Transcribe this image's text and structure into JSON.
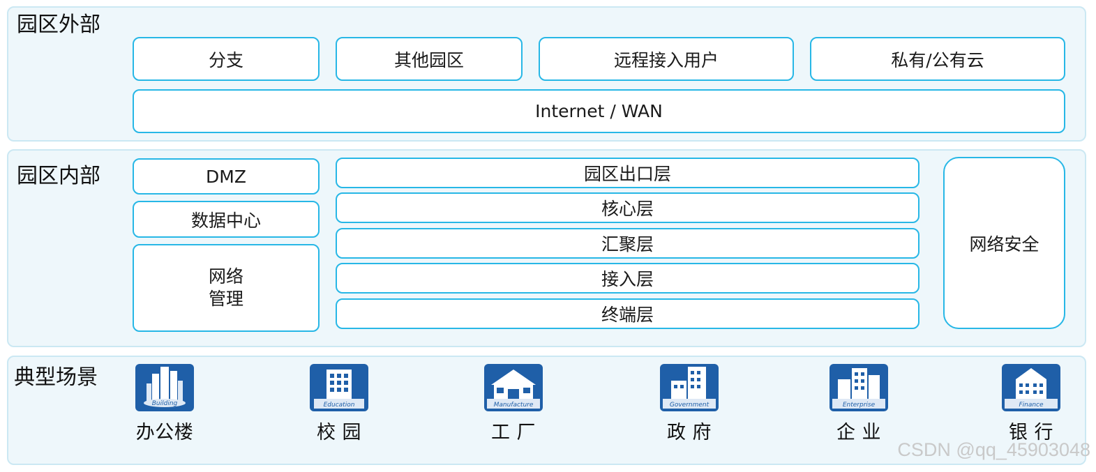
{
  "outside": {
    "title": "园区外部",
    "branch": "分支",
    "other_campus": "其他园区",
    "remote_users": "远程接入用户",
    "cloud": "私有/公有云",
    "wan": "Internet / WAN"
  },
  "inside": {
    "title": "园区内部",
    "dmz": "DMZ",
    "datacenter": "数据中心",
    "netmgmt": "网络\n管理",
    "layers": [
      "园区出口层",
      "核心层",
      "汇聚层",
      "接入层",
      "终端层"
    ],
    "security": "网络安全"
  },
  "scenes": {
    "title": "典型场景",
    "items": [
      {
        "label": "办公楼",
        "icon": "office-building-icon",
        "caption": "Building"
      },
      {
        "label": "校  园",
        "icon": "education-campus-icon",
        "caption": "Education"
      },
      {
        "label": "工  厂",
        "icon": "factory-icon",
        "caption": "Manufacture"
      },
      {
        "label": "政  府",
        "icon": "government-icon",
        "caption": "Government"
      },
      {
        "label": "企  业",
        "icon": "enterprise-icon",
        "caption": "Enterprise"
      },
      {
        "label": "银  行",
        "icon": "bank-icon",
        "caption": "Finance"
      }
    ]
  },
  "watermark": "CSDN @qq_45903048",
  "colors": {
    "box_border": "#27b7e6",
    "section_bg": "#eef7fb",
    "icon_bg": "#1f5fa8"
  }
}
